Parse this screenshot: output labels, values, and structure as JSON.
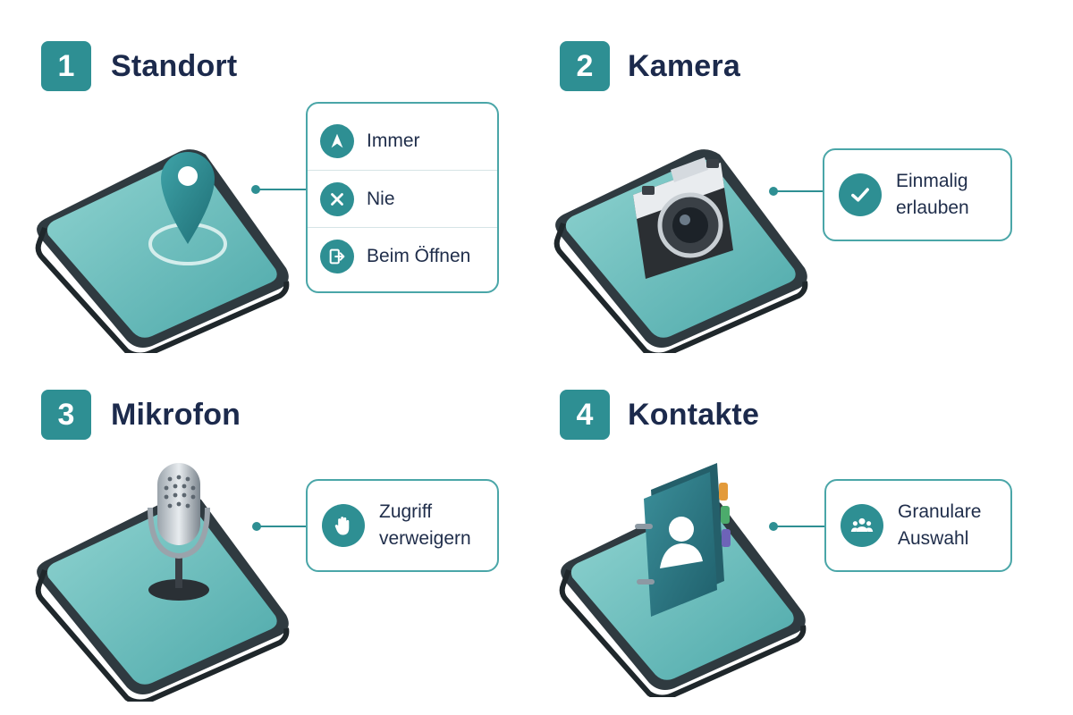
{
  "sections": [
    {
      "number": "1",
      "title": "Standort",
      "options": [
        {
          "icon": "navigation-arrow-icon",
          "label": "Immer"
        },
        {
          "icon": "x-icon",
          "label": "Nie"
        },
        {
          "icon": "open-app-icon",
          "label": "Beim Öffnen"
        }
      ],
      "illustration": "location-pin-icon"
    },
    {
      "number": "2",
      "title": "Kamera",
      "option": {
        "icon": "checkmark-icon",
        "line1": "Einmalig",
        "line2": "erlauben"
      },
      "illustration": "camera-icon"
    },
    {
      "number": "3",
      "title": "Mikrofon",
      "option": {
        "icon": "hand-stop-icon",
        "line1": "Zugriff",
        "line2": "verweigern"
      },
      "illustration": "microphone-icon"
    },
    {
      "number": "4",
      "title": "Kontakte",
      "option": {
        "icon": "group-icon",
        "line1": "Granulare",
        "line2": "Auswahl"
      },
      "illustration": "contact-book-icon"
    }
  ],
  "colors": {
    "accent": "#2e8f93",
    "border": "#4aa6a8",
    "title": "#1c2a4c",
    "screen": "#6fc0bf",
    "phone_body": "#2f3a40"
  }
}
